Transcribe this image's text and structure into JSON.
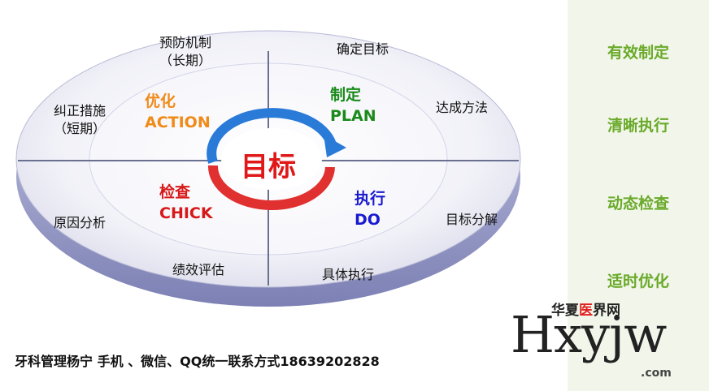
{
  "diagram": {
    "center": "目标",
    "phases": {
      "plan": {
        "cn": "制定",
        "en": "PLAN",
        "color": "#1a8a1a"
      },
      "do": {
        "cn": "执行",
        "en": "DO",
        "color": "#1a1ad0"
      },
      "check": {
        "cn": "检查",
        "en": "CHICK",
        "color": "#d81818"
      },
      "action": {
        "cn": "优化",
        "en": "ACTION",
        "color": "#f08a18"
      }
    },
    "outer_labels": {
      "top_left_1": "预防机制",
      "top_left_2": "（长期）",
      "left_1": "纠正措施",
      "left_2": "（短期）",
      "top_right": "确定目标",
      "right_top": "达成方法",
      "right_bottom": "目标分解",
      "bottom_right": "具体执行",
      "bottom_left": "绩效评估",
      "left_bottom": "原因分析"
    }
  },
  "side_labels": [
    "有效制定",
    "清晰执行",
    "动态检查",
    "适时优化"
  ],
  "footer": "牙科管理杨宁  手机 、微信、QQ统一联系方式18639202828",
  "watermark": {
    "cn_1": "华夏",
    "cn_mark": "医",
    "cn_2": "界网",
    "brand": "Hxyjw",
    "domain": ".com"
  },
  "colors": {
    "accent_green": "#6aaa2a",
    "arrow_blue": "#2a7ad8",
    "arrow_red": "#e03030"
  }
}
